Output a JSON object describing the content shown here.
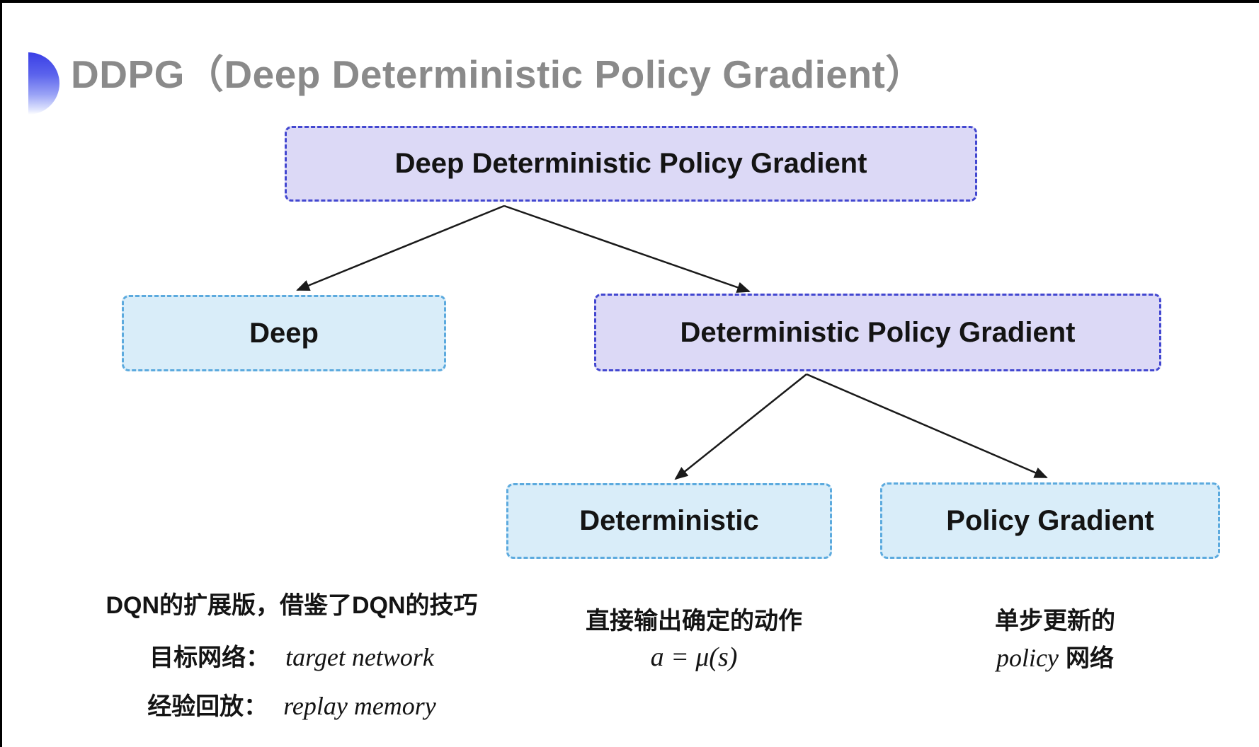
{
  "header": {
    "title": "DDPG（Deep Deterministic Policy Gradient）"
  },
  "colors": {
    "title_gray": "#8a8a8a",
    "bullet_blue": "#3a3fe6",
    "purple_node_fill": "#dcd9f6",
    "purple_node_border": "#4247d0",
    "cyan_node_fill": "#d9edf9",
    "cyan_node_border": "#5caade",
    "node_text": "#141414",
    "arrow": "#1a1a1a"
  },
  "diagram": {
    "nodes": {
      "ddpg": {
        "label": "Deep Deterministic Policy Gradient",
        "style": "purple"
      },
      "deep": {
        "label": "Deep",
        "style": "cyan"
      },
      "dpg": {
        "label": "Deterministic Policy Gradient",
        "style": "purple"
      },
      "deterministic": {
        "label": "Deterministic",
        "style": "cyan"
      },
      "policy_gradient": {
        "label": "Policy Gradient",
        "style": "cyan"
      }
    },
    "edges": [
      {
        "from": "ddpg",
        "to": "deep"
      },
      {
        "from": "ddpg",
        "to": "dpg"
      },
      {
        "from": "dpg",
        "to": "deterministic"
      },
      {
        "from": "dpg",
        "to": "policy_gradient"
      }
    ],
    "annotations": {
      "deep": {
        "line1": "DQN的扩展版，借鉴了DQN的技巧",
        "line2_label": "目标网络：",
        "line2_value": "target network",
        "line3_label": "经验回放：",
        "line3_value": "replay memory"
      },
      "deterministic": {
        "line1": "直接输出确定的动作",
        "formula": "a = μ(s)"
      },
      "policy_gradient": {
        "line1": "单步更新的",
        "line2_italic": "policy",
        "line2_rest": "网络"
      }
    }
  }
}
